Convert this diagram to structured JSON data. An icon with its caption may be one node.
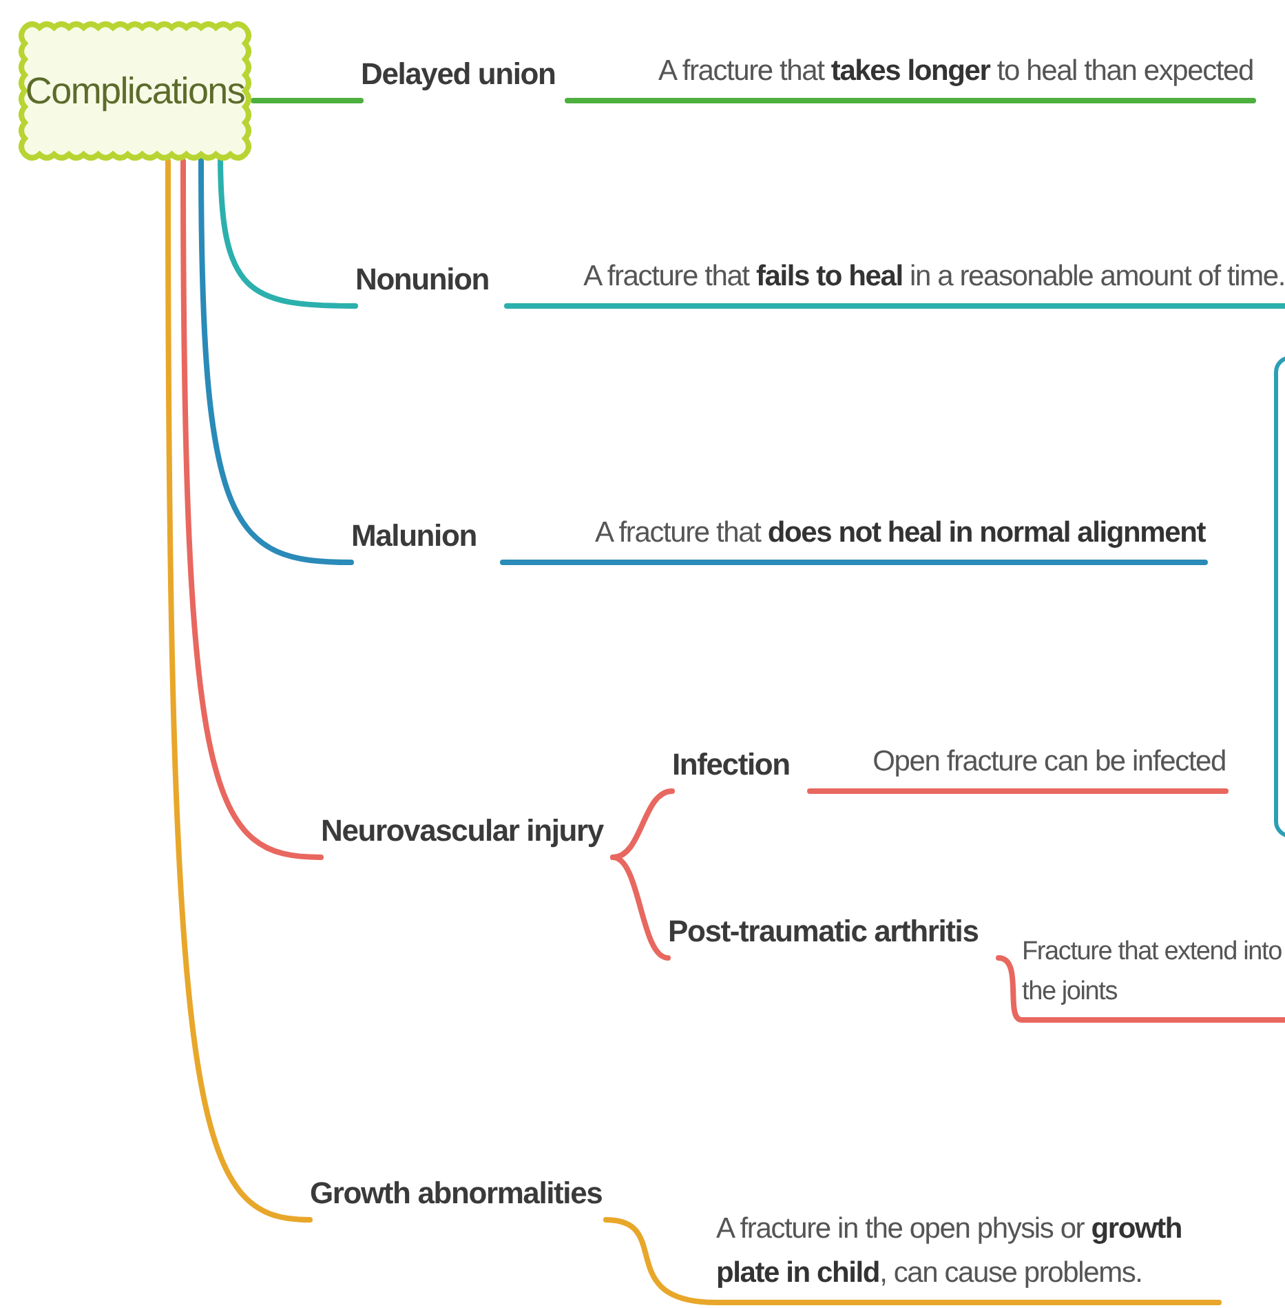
{
  "diagram": {
    "nodes": [
      {
        "text": [
          "Complications"
        ]
      },
      {
        "text": [
          "Delayed union"
        ]
      },
      {
        "text": [
          "A fracture that **takes longer** to heal than expected"
        ]
      },
      {
        "text": [
          "Nonunion"
        ]
      },
      {
        "text": [
          "A fracture that **fails to heal** in a reasonable amount of time."
        ]
      },
      {
        "text": [
          "Malunion"
        ]
      },
      {
        "text": [
          "A fracture that **does not heal in normal alignment**"
        ]
      },
      {
        "text": [
          "Neurovascular injury"
        ]
      },
      {
        "text": [
          "Infection"
        ]
      },
      {
        "text": [
          "Open fracture can be infected"
        ]
      },
      {
        "text": [
          "Post-traumatic arthritis"
        ]
      },
      {
        "text": [
          "Fracture that extend into the joints"
        ]
      },
      {
        "text": [
          "Growth abnormalities"
        ]
      },
      {
        "text": [
          "A fracture in the open physis or **growth plate in child**, can cause problems."
        ]
      },
      {
        "text": [],
        "shape": "box"
      }
    ],
    "edges": [
      {
        "from": 0,
        "to": 1,
        "arrow": "none",
        "color": "#4caf3e"
      },
      {
        "from": 1,
        "to": 2,
        "arrow": "none",
        "color": "#4caf3e"
      },
      {
        "from": 0,
        "to": 3,
        "arrow": "none",
        "color": "#2bb0ad"
      },
      {
        "from": 3,
        "to": 4,
        "arrow": "none",
        "color": "#2bb0ad"
      },
      {
        "from": 0,
        "to": 5,
        "arrow": "none",
        "color": "#2a8ab8"
      },
      {
        "from": 5,
        "to": 6,
        "arrow": "none",
        "color": "#2a8ab8"
      },
      {
        "from": 0,
        "to": 7,
        "arrow": "none"
      },
      {
        "from": 7,
        "to": 8,
        "arrow": "none"
      },
      {
        "from": 8,
        "to": 9,
        "arrow": "none"
      },
      {
        "from": 7,
        "to": 10,
        "arrow": "none"
      },
      {
        "from": 10,
        "to": 11,
        "arrow": "none"
      },
      {
        "from": 0,
        "to": 12,
        "arrow": "none",
        "color": "#e8a72a"
      },
      {
        "from": 12,
        "to": 13,
        "arrow": "none",
        "color": "#e8a72a"
      }
    ]
  }
}
